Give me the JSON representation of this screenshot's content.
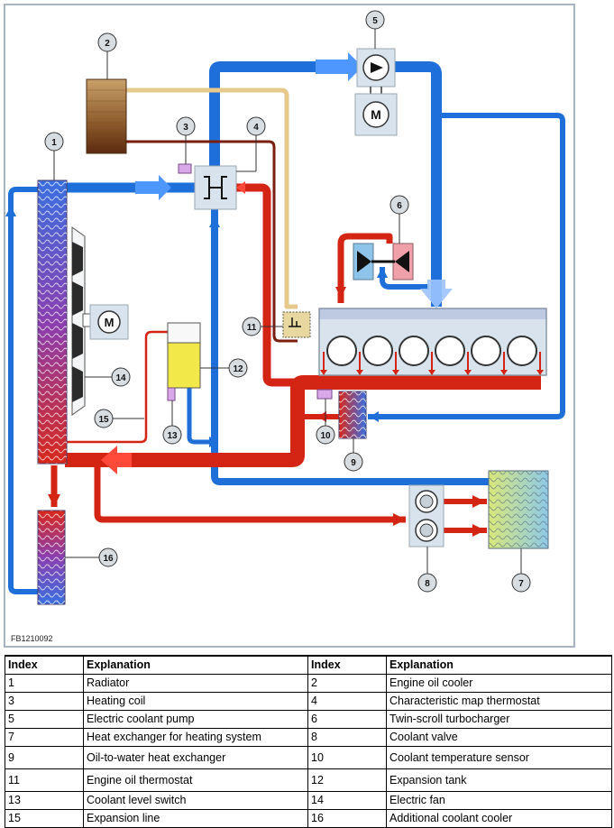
{
  "figure_code": "FB1210092",
  "callouts": [
    "1",
    "2",
    "3",
    "4",
    "5",
    "6",
    "7",
    "8",
    "9",
    "10",
    "11",
    "12",
    "13",
    "14",
    "15",
    "16"
  ],
  "colors": {
    "cold_coolant": "#1e6fd9",
    "hot_coolant": "#d42414",
    "oil_supply": "#e8c98c",
    "oil_return": "#7a1e10",
    "frame": "#a9b4c0",
    "component_fill": "#d8e3ee"
  },
  "table": {
    "headers": [
      "Index",
      "Explanation",
      "Index",
      "Explanation"
    ],
    "rows": [
      [
        "1",
        "Radiator",
        "2",
        "Engine oil cooler"
      ],
      [
        "3",
        "Heating coil",
        "4",
        "Characteristic map thermostat"
      ],
      [
        "5",
        "Electric coolant pump",
        "6",
        "Twin-scroll turbocharger"
      ],
      [
        "7",
        "Heat exchanger for heating system",
        "8",
        "Coolant valve"
      ],
      [
        "9",
        "Oil-to-water heat exchanger",
        "10",
        "Coolant temperature sensor"
      ],
      [
        "11",
        "Engine oil thermostat",
        "12",
        "Expansion tank"
      ],
      [
        "13",
        "Coolant level switch",
        "14",
        "Electric fan"
      ],
      [
        "15",
        "Expansion line",
        "16",
        "Additional coolant cooler"
      ]
    ]
  }
}
